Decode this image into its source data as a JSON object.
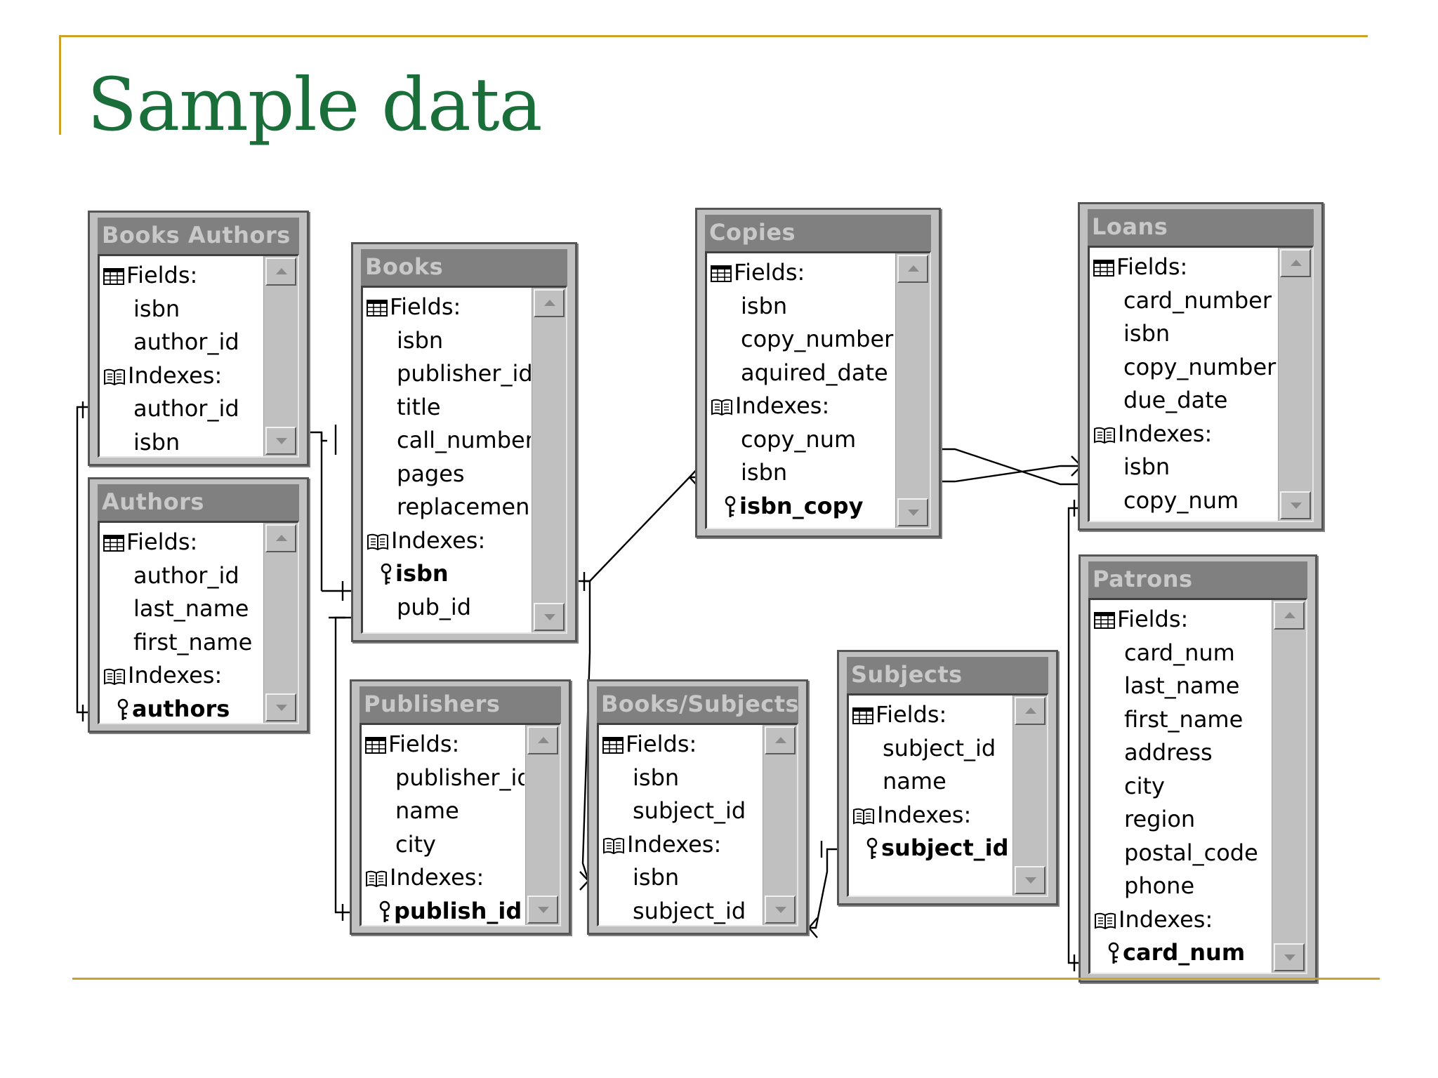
{
  "slide": {
    "title": "Sample data"
  },
  "icons": {
    "fields": "fields-grid-icon",
    "indexes": "indexes-book-icon",
    "key": "primary-key-icon"
  },
  "tables": [
    {
      "id": "books-authors",
      "title": "Books Authors",
      "rows": [
        {
          "kind": "section",
          "icon": "fields",
          "text": "Fields:"
        },
        {
          "kind": "field",
          "text": "isbn"
        },
        {
          "kind": "field",
          "text": "author_id"
        },
        {
          "kind": "section",
          "icon": "indexes",
          "text": "Indexes:"
        },
        {
          "kind": "field",
          "text": "author_id"
        },
        {
          "kind": "field",
          "text": "isbn"
        }
      ]
    },
    {
      "id": "authors",
      "title": "Authors",
      "rows": [
        {
          "kind": "section",
          "icon": "fields",
          "text": "Fields:"
        },
        {
          "kind": "field",
          "text": "author_id"
        },
        {
          "kind": "field",
          "text": "last_name"
        },
        {
          "kind": "field",
          "text": "first_name"
        },
        {
          "kind": "section",
          "icon": "indexes",
          "text": "Indexes:"
        },
        {
          "kind": "key",
          "icon": "key",
          "text": "authors"
        }
      ]
    },
    {
      "id": "books",
      "title": "Books",
      "rows": [
        {
          "kind": "section",
          "icon": "fields",
          "text": "Fields:"
        },
        {
          "kind": "field",
          "text": "isbn"
        },
        {
          "kind": "field",
          "text": "publisher_id"
        },
        {
          "kind": "field",
          "text": "title"
        },
        {
          "kind": "field",
          "text": "call_number"
        },
        {
          "kind": "field",
          "text": "pages"
        },
        {
          "kind": "field",
          "text": "replacemen"
        },
        {
          "kind": "section",
          "icon": "indexes",
          "text": "Indexes:"
        },
        {
          "kind": "key",
          "icon": "key",
          "text": "isbn"
        },
        {
          "kind": "field",
          "text": "pub_id"
        }
      ]
    },
    {
      "id": "copies",
      "title": "Copies",
      "rows": [
        {
          "kind": "section",
          "icon": "fields",
          "text": "Fields:"
        },
        {
          "kind": "field",
          "text": "isbn"
        },
        {
          "kind": "field",
          "text": "copy_number"
        },
        {
          "kind": "field",
          "text": "aquired_date"
        },
        {
          "kind": "section",
          "icon": "indexes",
          "text": "Indexes:"
        },
        {
          "kind": "field",
          "text": "copy_num"
        },
        {
          "kind": "field",
          "text": "isbn"
        },
        {
          "kind": "key",
          "icon": "key",
          "text": "isbn_copy"
        }
      ]
    },
    {
      "id": "loans",
      "title": "Loans",
      "rows": [
        {
          "kind": "section",
          "icon": "fields",
          "text": "Fields:"
        },
        {
          "kind": "field",
          "text": "card_number"
        },
        {
          "kind": "field",
          "text": "isbn"
        },
        {
          "kind": "field",
          "text": "copy_number"
        },
        {
          "kind": "field",
          "text": "due_date"
        },
        {
          "kind": "section",
          "icon": "indexes",
          "text": "Indexes:"
        },
        {
          "kind": "field",
          "text": "isbn"
        },
        {
          "kind": "field",
          "text": "copy_num"
        }
      ]
    },
    {
      "id": "publishers",
      "title": "Publishers",
      "rows": [
        {
          "kind": "section",
          "icon": "fields",
          "text": "Fields:"
        },
        {
          "kind": "field",
          "text": "publisher_id"
        },
        {
          "kind": "field",
          "text": "name"
        },
        {
          "kind": "field",
          "text": "city"
        },
        {
          "kind": "section",
          "icon": "indexes",
          "text": "Indexes:"
        },
        {
          "kind": "key",
          "icon": "key",
          "text": "publish_id"
        }
      ]
    },
    {
      "id": "books-subjects",
      "title": "Books/Subjects",
      "rows": [
        {
          "kind": "section",
          "icon": "fields",
          "text": "Fields:"
        },
        {
          "kind": "field",
          "text": "isbn"
        },
        {
          "kind": "field",
          "text": "subject_id"
        },
        {
          "kind": "section",
          "icon": "indexes",
          "text": "Indexes:"
        },
        {
          "kind": "field",
          "text": "isbn"
        },
        {
          "kind": "field",
          "text": "subject_id"
        }
      ]
    },
    {
      "id": "subjects",
      "title": "Subjects",
      "rows": [
        {
          "kind": "section",
          "icon": "fields",
          "text": "Fields:"
        },
        {
          "kind": "field",
          "text": "subject_id"
        },
        {
          "kind": "field",
          "text": "name"
        },
        {
          "kind": "section",
          "icon": "indexes",
          "text": "Indexes:"
        },
        {
          "kind": "key",
          "icon": "key",
          "text": "subject_id"
        }
      ]
    },
    {
      "id": "patrons",
      "title": "Patrons",
      "rows": [
        {
          "kind": "section",
          "icon": "fields",
          "text": "Fields:"
        },
        {
          "kind": "field",
          "text": "card_num"
        },
        {
          "kind": "field",
          "text": "last_name"
        },
        {
          "kind": "field",
          "text": "first_name"
        },
        {
          "kind": "field",
          "text": "address"
        },
        {
          "kind": "field",
          "text": "city"
        },
        {
          "kind": "field",
          "text": "region"
        },
        {
          "kind": "field",
          "text": "postal_code"
        },
        {
          "kind": "field",
          "text": "phone"
        },
        {
          "kind": "section",
          "icon": "indexes",
          "text": "Indexes:"
        },
        {
          "kind": "key",
          "icon": "key",
          "text": "card_num"
        }
      ]
    }
  ],
  "relationships": [
    {
      "from": "books-authors",
      "to": "books"
    },
    {
      "from": "authors",
      "to": "books-authors"
    },
    {
      "from": "books",
      "to": "copies"
    },
    {
      "from": "books",
      "to": "books-subjects"
    },
    {
      "from": "publishers",
      "to": "books"
    },
    {
      "from": "subjects",
      "to": "books-subjects"
    },
    {
      "from": "copies",
      "to": "loans"
    },
    {
      "from": "patrons",
      "to": "loans"
    }
  ]
}
